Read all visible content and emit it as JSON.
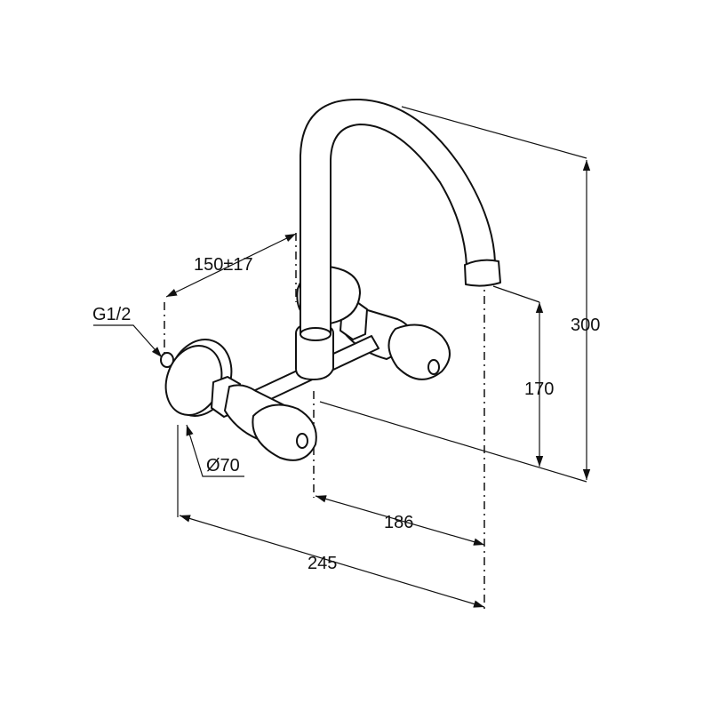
{
  "dimensions": {
    "projection": "150±17",
    "thread": "G1/2",
    "flange_diameter": "Ø70",
    "spout_reach_center": "186",
    "overall_depth": "245",
    "outlet_height": "170",
    "overall_height": "300"
  }
}
